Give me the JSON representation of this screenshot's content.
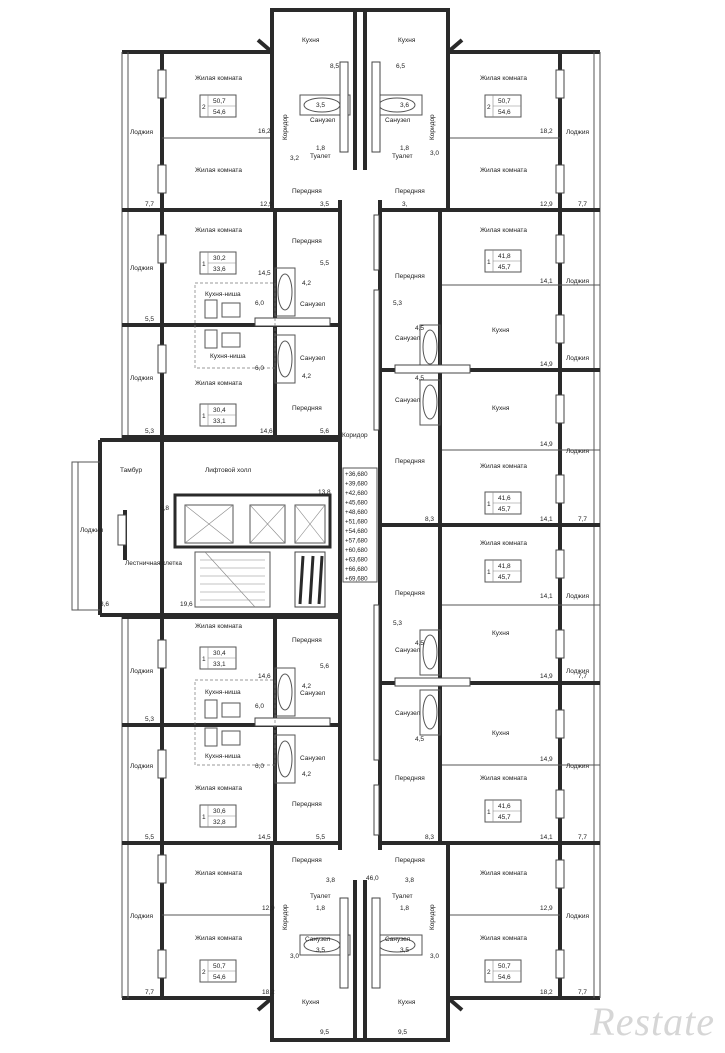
{
  "rooms": {
    "kitchen": "Кухня",
    "living": "Жилая комната",
    "loggia": "Лоджия",
    "corridor": "Коридор",
    "bathroom": "Санузел",
    "toilet": "Туалет",
    "hall": "Передняя",
    "kitchen_niche": "Кухня-ниша",
    "tambour": "Тамбур",
    "lift_hall": "Лифтовой холл",
    "stair": "Лестничная клетка"
  },
  "apartments": {
    "top_left": {
      "rooms": "2",
      "living": "50,7",
      "total": "54,6"
    },
    "top_right": {
      "rooms": "2",
      "living": "50,7",
      "total": "54,6"
    },
    "studio_1": {
      "rooms": "1",
      "living": "30,2",
      "total": "33,6"
    },
    "studio_2": {
      "rooms": "1",
      "living": "30,4",
      "total": "33,1"
    },
    "studio_3": {
      "rooms": "1",
      "living": "30,4",
      "total": "33,1"
    },
    "studio_4": {
      "rooms": "1",
      "living": "30,6",
      "total": "32,8"
    },
    "right_1": {
      "rooms": "1",
      "living": "41,8",
      "total": "45,7"
    },
    "right_2": {
      "rooms": "1",
      "living": "41,6",
      "total": "45,7"
    },
    "right_3": {
      "rooms": "1",
      "living": "41,8",
      "total": "45,7"
    },
    "right_4": {
      "rooms": "1",
      "living": "41,6",
      "total": "45,7"
    },
    "bottom_left": {
      "rooms": "2",
      "living": "50,7",
      "total": "54,6"
    },
    "bottom_right": {
      "rooms": "2",
      "living": "50,7",
      "total": "54,6"
    }
  },
  "dims": {
    "d8_5": "8,5",
    "d6_5": "6,5",
    "d3_5": "3,5",
    "d3_6": "3,6",
    "d1_8": "1,8",
    "d16_2": "16,2",
    "d18_2": "18,2",
    "d3_2": "3,2",
    "d3_0": "3,0",
    "d7_7": "7,7",
    "d12_9": "12,9",
    "d5_5": "5,5",
    "d5_3": "5,3",
    "d14_5": "14,5",
    "d6_0": "6,0",
    "d4_2": "4,2",
    "d14_6": "14,6",
    "d5_6": "5,6",
    "d14_1": "14,1",
    "d14_9": "14,9",
    "d4_5": "4,5",
    "d8_3": "8,3",
    "d13_8": "13,8",
    "d6_8": "6,8",
    "d8_6": "8,6",
    "d19_6": "19,6",
    "d46_0": "46,0",
    "d3_8": "3,8",
    "d9_5": "9,5",
    "d3": "3,"
  },
  "levels": [
    "+36,680",
    "+39,680",
    "+42,680",
    "+45,680",
    "+48,680",
    "+51,680",
    "+54,680",
    "+57,680",
    "+60,680",
    "+63,680",
    "+66,680",
    "+69,680"
  ],
  "watermark": "Restate"
}
